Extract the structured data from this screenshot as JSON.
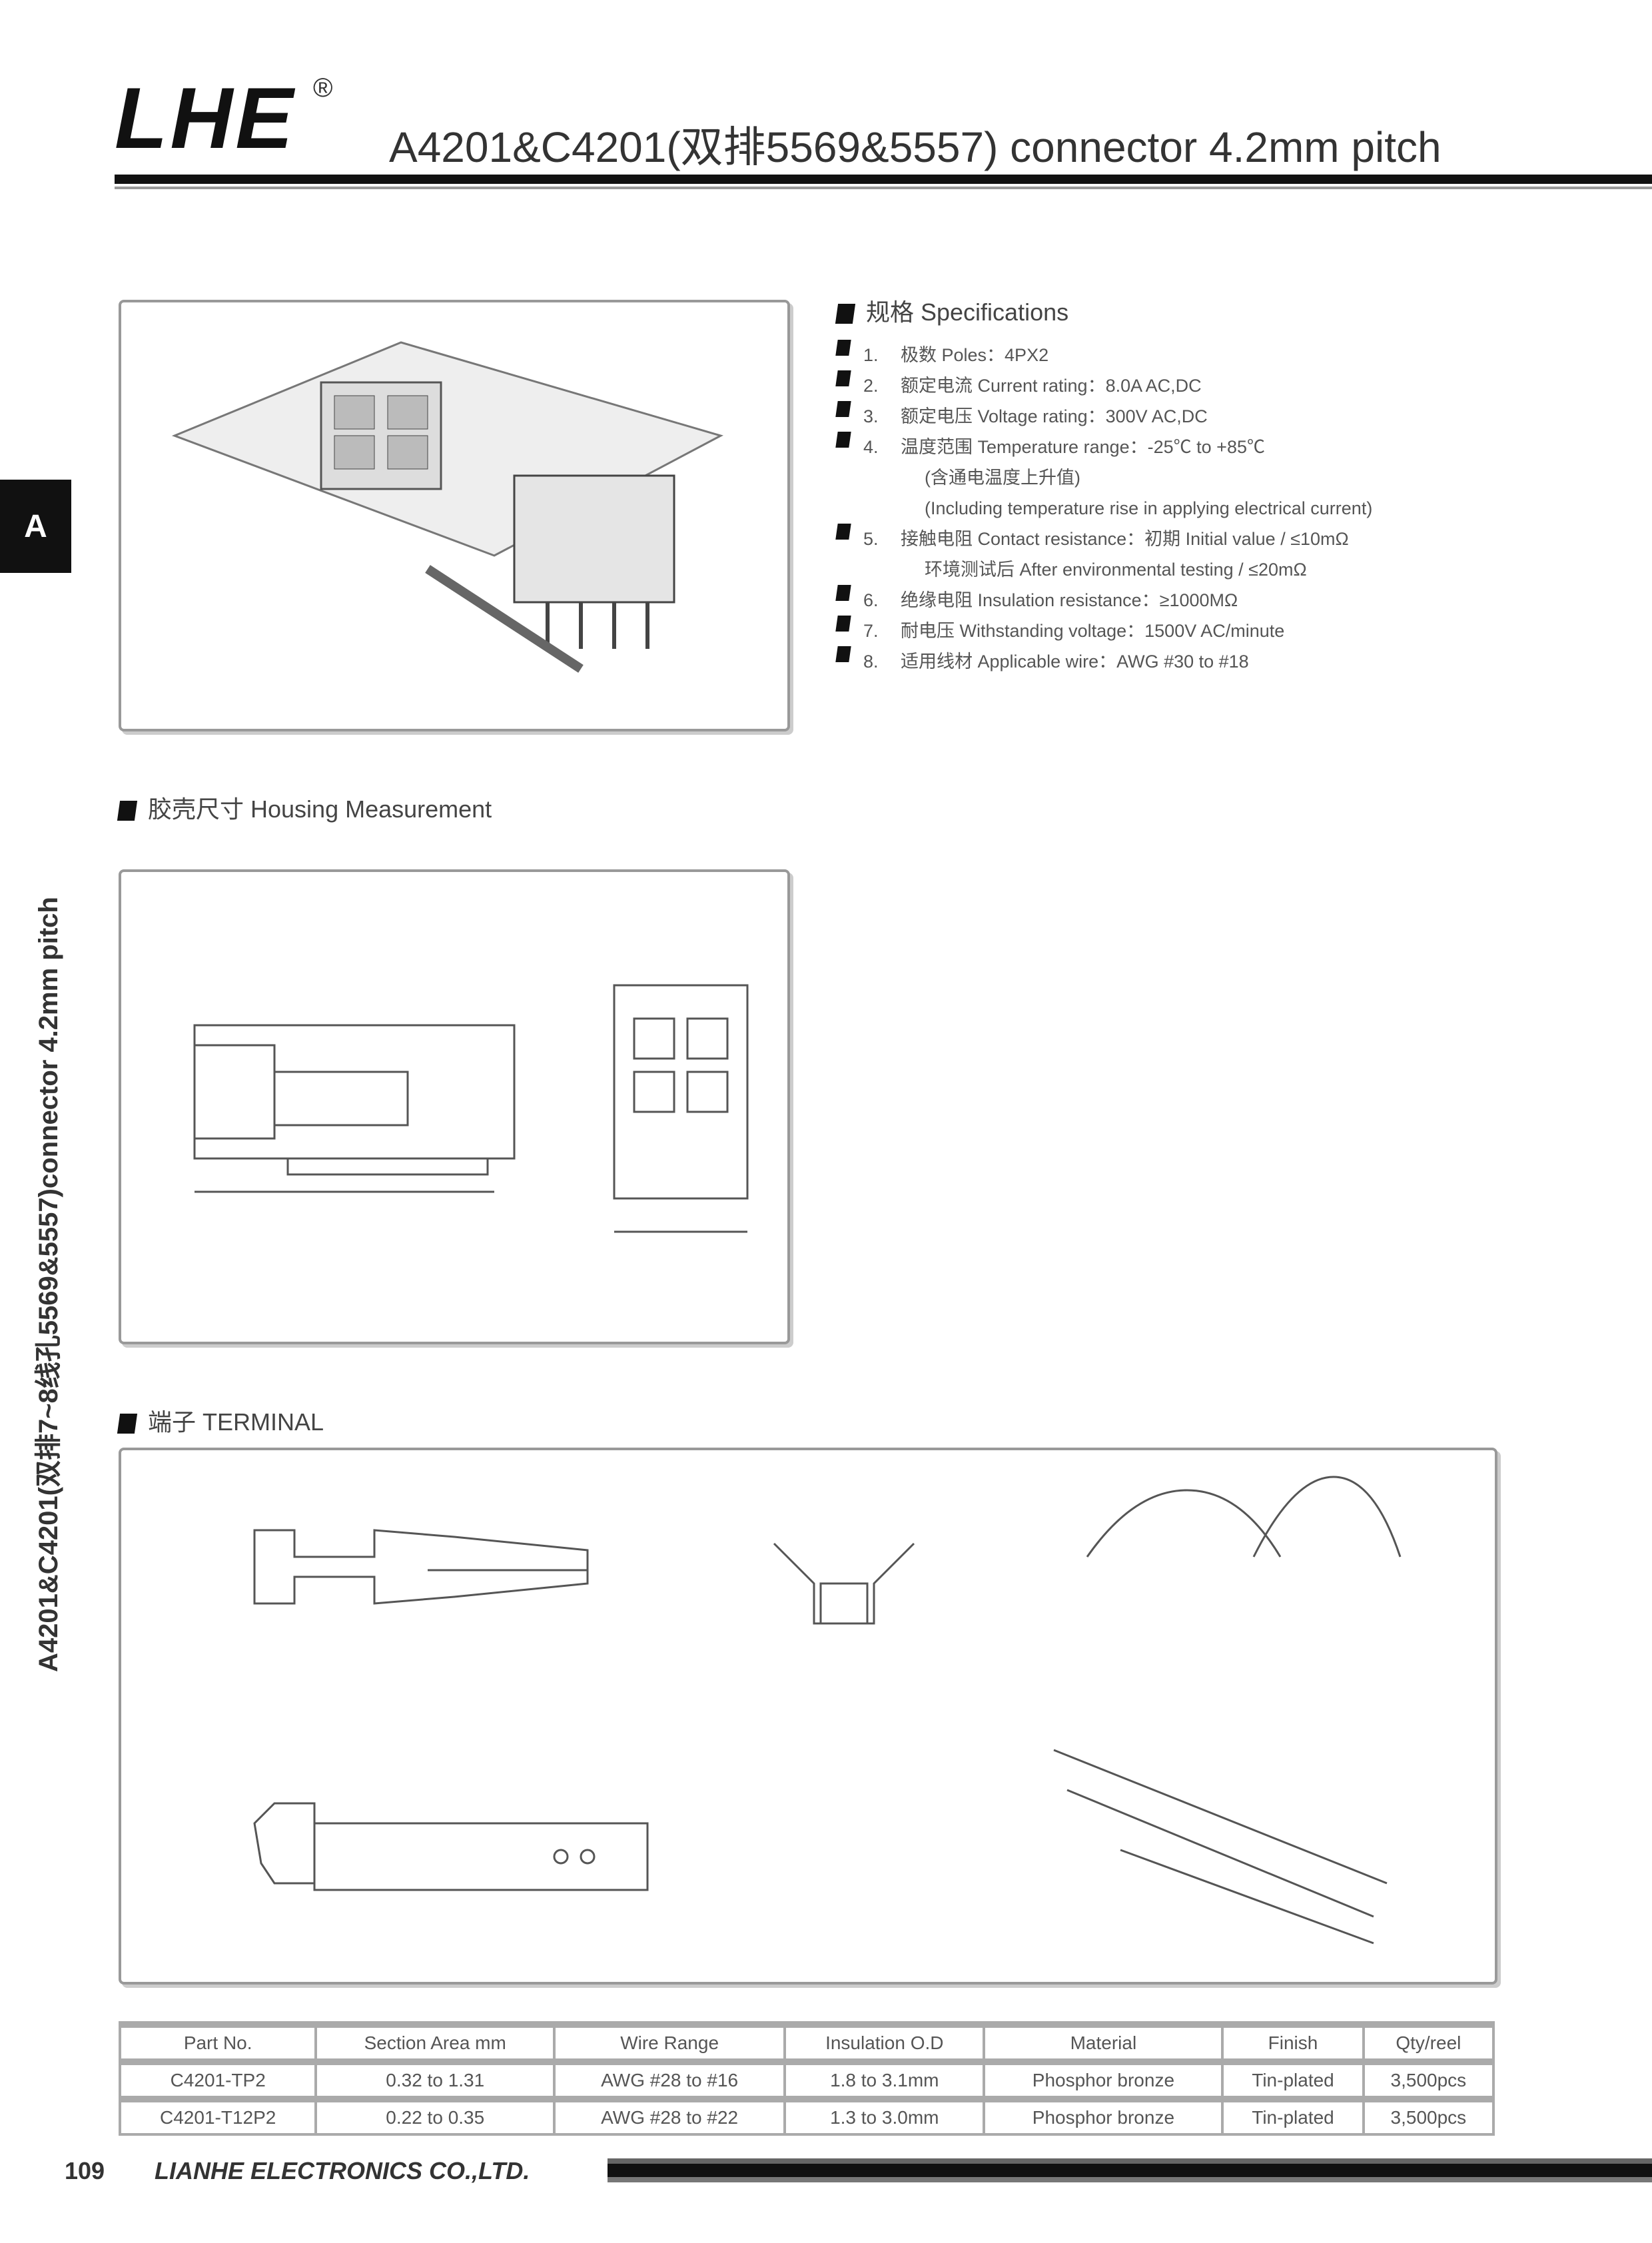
{
  "header": {
    "logo": "LHE",
    "registered": "®",
    "title": "A4201&C4201(双排5569&5557) connector 4.2mm pitch"
  },
  "side_tab": {
    "letter": "A",
    "vertical_text": "A4201&C4201(双排7~8线孔5569&5557)connector 4.2mm pitch"
  },
  "specs": {
    "heading": "规格 Specifications",
    "items": [
      {
        "num": "1.",
        "text": "极数 Poles：4PX2"
      },
      {
        "num": "2.",
        "text": "额定电流 Current rating：8.0A  AC,DC"
      },
      {
        "num": "3.",
        "text": "额定电压 Voltage rating：300V  AC,DC"
      },
      {
        "num": "4.",
        "text": "温度范围 Temperature range：-25℃ to +85℃",
        "sub": [
          "(含通电温度上升值)",
          "(Including temperature rise in applying electrical current)"
        ]
      },
      {
        "num": "5.",
        "text": "接触电阻 Contact resistance：初期 Initial value / ≤10mΩ",
        "sub": [
          "环境测试后 After environmental testing / ≤20mΩ"
        ]
      },
      {
        "num": "6.",
        "text": "绝缘电阻 Insulation resistance：≥1000MΩ"
      },
      {
        "num": "7.",
        "text": "耐电压 Withstanding voltage：1500V  AC/minute"
      },
      {
        "num": "8.",
        "text": "适用线材 Applicable wire：AWG #30 to #18"
      }
    ]
  },
  "dimension": {
    "heading": "胶壳尺寸 Housing Measurement"
  },
  "terminal": {
    "heading": "端子 TERMINAL"
  },
  "table": {
    "headers": [
      "Part No.",
      "Section Area mm",
      "Wire Range",
      "Insulation O.D",
      "Material",
      "Finish",
      "Qty/reel"
    ],
    "rows": [
      [
        "C4201-TP2",
        "0.32 to 1.31",
        "AWG #28 to #16",
        "1.8 to 3.1mm",
        "Phosphor bronze",
        "Tin-plated",
        "3,500pcs"
      ],
      [
        "C4201-T12P2",
        "0.22 to 0.35",
        "AWG #28 to #22",
        "1.3 to 3.0mm",
        "Phosphor bronze",
        "Tin-plated",
        "3,500pcs"
      ]
    ]
  },
  "footer": {
    "page": "109",
    "company": "LIANHE ELECTRONICS CO.,LTD."
  }
}
